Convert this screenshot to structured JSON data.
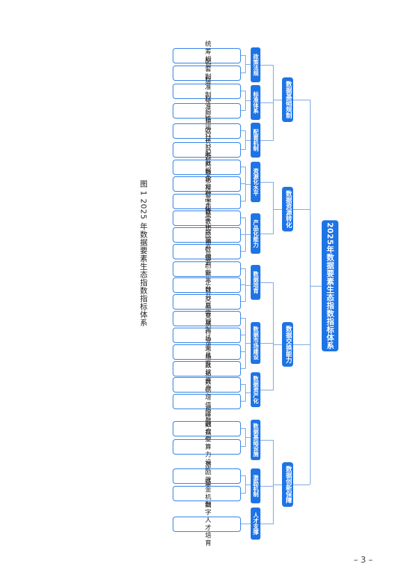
{
  "root": {
    "label": "2025年数据要素生态指数指标体系"
  },
  "groups": [
    {
      "label": "数据基础规制",
      "subs": [
        {
          "label": "政策法规",
          "leaves": [
            "统筹规划",
            "配套制度"
          ]
        },
        {
          "label": "标准体系",
          "leaves": [
            "标准制定",
            "标准应用"
          ]
        },
        {
          "label": "配套机制",
          "leaves": [
            "价格运行机制",
            "收益分配机制"
          ]
        }
      ]
    },
    {
      "label": "数据资源转化",
      "subs": [
        {
          "label": "资源化水平",
          "leaves": [
            "公共数据共享",
            "公共数据授权运营",
            "企业数字化转型"
          ]
        },
        {
          "label": "产品化能力",
          "leaves": [
            "高质量数据集",
            "数字化应用场景",
            "数据产品开发"
          ]
        }
      ]
    },
    {
      "label": "数据交换能力",
      "subs": [
        {
          "label": "数据培育",
          "leaves": [
            "数据产业集聚",
            "创新平台载体",
            "企数分离实践"
          ]
        },
        {
          "label": "数据市场建设",
          "leaves": [
            "交易管理制度",
            "交易市场模式",
            "行业交易平台",
            "市场互认机制"
          ]
        },
        {
          "label": "数据资产化",
          "leaves": [
            "数据资产入表",
            "数据增值服务"
          ]
        }
      ]
    },
    {
      "label": "数据创新保障",
      "subs": [
        {
          "label": "数据基础设施",
          "leaves": [
            "可信数据空间",
            "融合型算力设施"
          ]
        },
        {
          "label": "激励机制",
          "leaves": [
            "激励政策",
            "基金机制"
          ]
        },
        {
          "label": "人才支撑",
          "leaves": [
            "数字人才培育"
          ]
        }
      ]
    }
  ],
  "caption": "图 1 2025 年数据要素生态指数指标体系",
  "page_number": "– 3 –"
}
